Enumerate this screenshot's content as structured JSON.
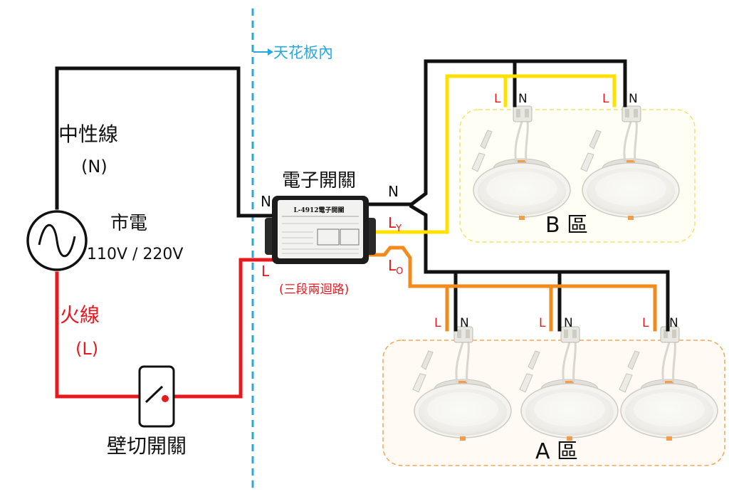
{
  "ceiling_label": "天花板內",
  "neutral": {
    "label": "中性線",
    "code": "(N)"
  },
  "live": {
    "label": "火線",
    "code": "(L)"
  },
  "mains": {
    "label": "市電",
    "voltage": "110V / 220V"
  },
  "wall_switch": {
    "label": "壁切開關"
  },
  "electronic_switch": {
    "title": "電子開關",
    "model_text": "L-4912電子開關",
    "mode_text": "(三段兩迴路)",
    "pin_n_in": "N",
    "pin_l_in": "L",
    "pin_n_out": "N",
    "pin_ly_main": "L",
    "pin_ly_sub": "Y",
    "pin_lo_main": "L",
    "pin_lo_sub": "O"
  },
  "zones": {
    "b": {
      "label": "B 區",
      "fixture_count": 2
    },
    "a": {
      "label": "A 區",
      "fixture_count": 3
    }
  },
  "terminal_labels": {
    "live": "L",
    "neutral": "N"
  },
  "colors": {
    "neutral_wire": "#111111",
    "live_wire": "#e8191e",
    "zone_b_wire": "#ffe100",
    "zone_a_wire": "#f28a1c",
    "ceiling_line": "#29a8e0",
    "zone_b_border": "#f2e46a",
    "zone_a_border": "#f0a85a"
  }
}
